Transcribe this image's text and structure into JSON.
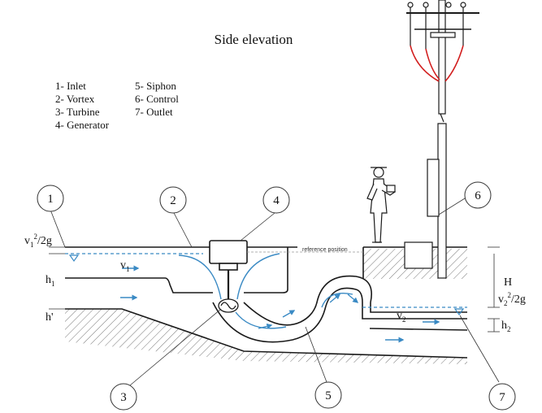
{
  "title": "Side elevation",
  "legend": {
    "col1": [
      "1- Inlet",
      "2- Vortex",
      "3- Turbine",
      "4- Generator"
    ],
    "col2": [
      "5- Siphon",
      "6- Control",
      "7- Outlet"
    ]
  },
  "callouts": [
    "1",
    "2",
    "3",
    "4",
    "5",
    "6",
    "7"
  ],
  "labels": {
    "head_inlet_base": "v",
    "head_inlet_sub": "1",
    "head_inlet_sup": "2",
    "head_inlet_den": "/2g",
    "velocity_1_base": "v",
    "velocity_1_sub": "1",
    "depth_1_base": "h",
    "depth_1_sub": "1",
    "h_prime": "h'",
    "reference": "reference position",
    "head_H": "H",
    "head_outlet_base": "v",
    "head_outlet_sub": "2",
    "head_outlet_sup": "2",
    "head_outlet_den": "/2g",
    "velocity_2_base": "v",
    "velocity_2_sub": "2",
    "depth_2_base": "h",
    "depth_2_sub": "2"
  },
  "colors": {
    "line": "#1a1a1a",
    "flow": "#3a8ac4",
    "cable": "#d21f1f"
  }
}
